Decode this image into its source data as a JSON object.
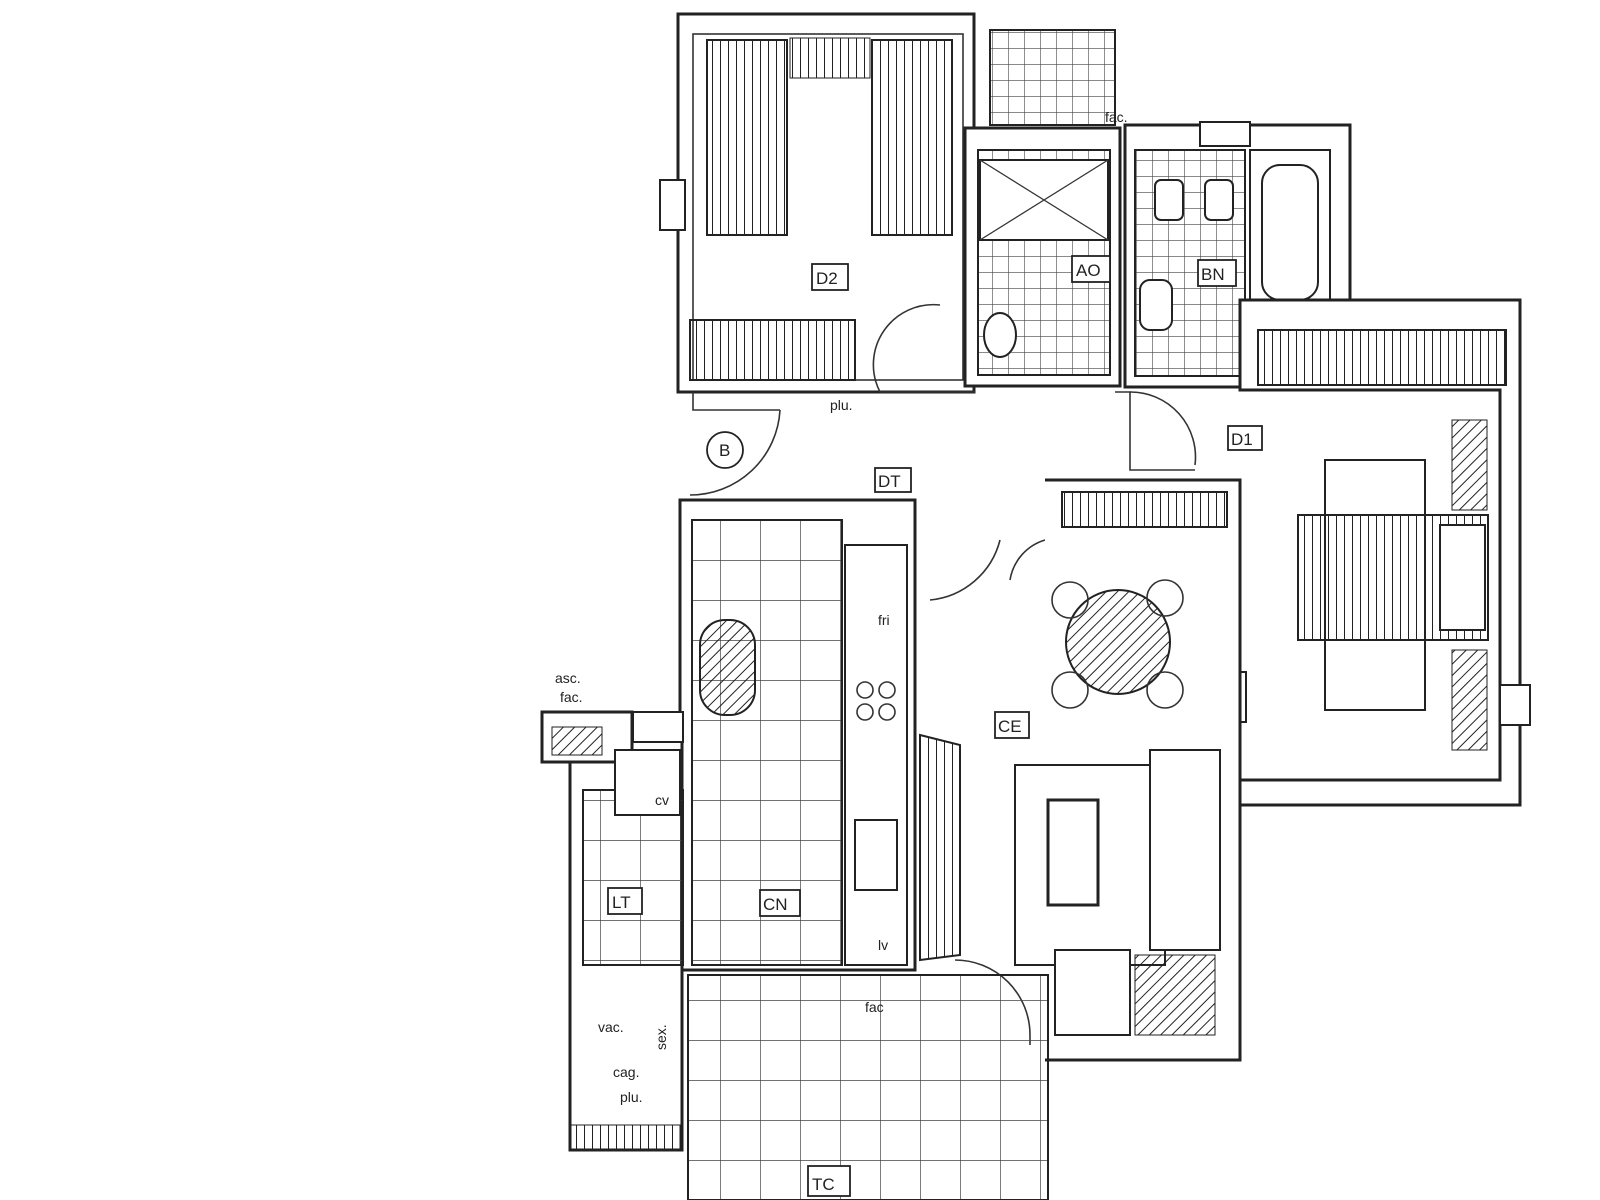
{
  "rooms": {
    "d2": "D2",
    "ao": "AO",
    "bn": "BN",
    "d1": "D1",
    "dt": "DT",
    "ce": "CE",
    "cn": "CN",
    "lt": "LT",
    "tc": "TC",
    "b": "B"
  },
  "annotations": {
    "fac_top": "fac.",
    "plu_top": "plu.",
    "asc": "asc.",
    "fac_left": "fac.",
    "cv": "cv",
    "fri": "fri",
    "lv": "lv",
    "fac_kitchen": "fac",
    "vac": "vac.",
    "sex": "sex.",
    "cag": "cag.",
    "plu_bottom": "plu."
  }
}
